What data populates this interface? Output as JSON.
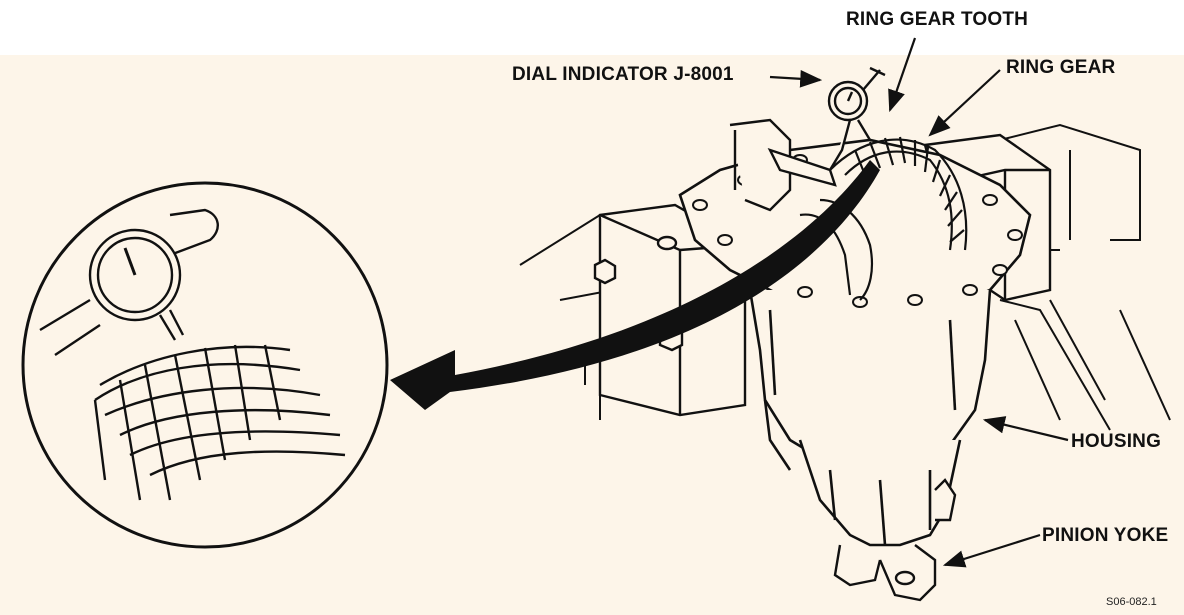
{
  "labels": {
    "ring_gear_tooth": "RING GEAR TOOTH",
    "dial_indicator": "DIAL INDICATOR J-8001",
    "ring_gear": "RING GEAR",
    "housing": "HOUSING",
    "pinion_yoke": "PINION YOKE"
  },
  "figure_id": "S06-082.1",
  "colors": {
    "paper": "#fdf5e9",
    "ink": "#111111"
  }
}
